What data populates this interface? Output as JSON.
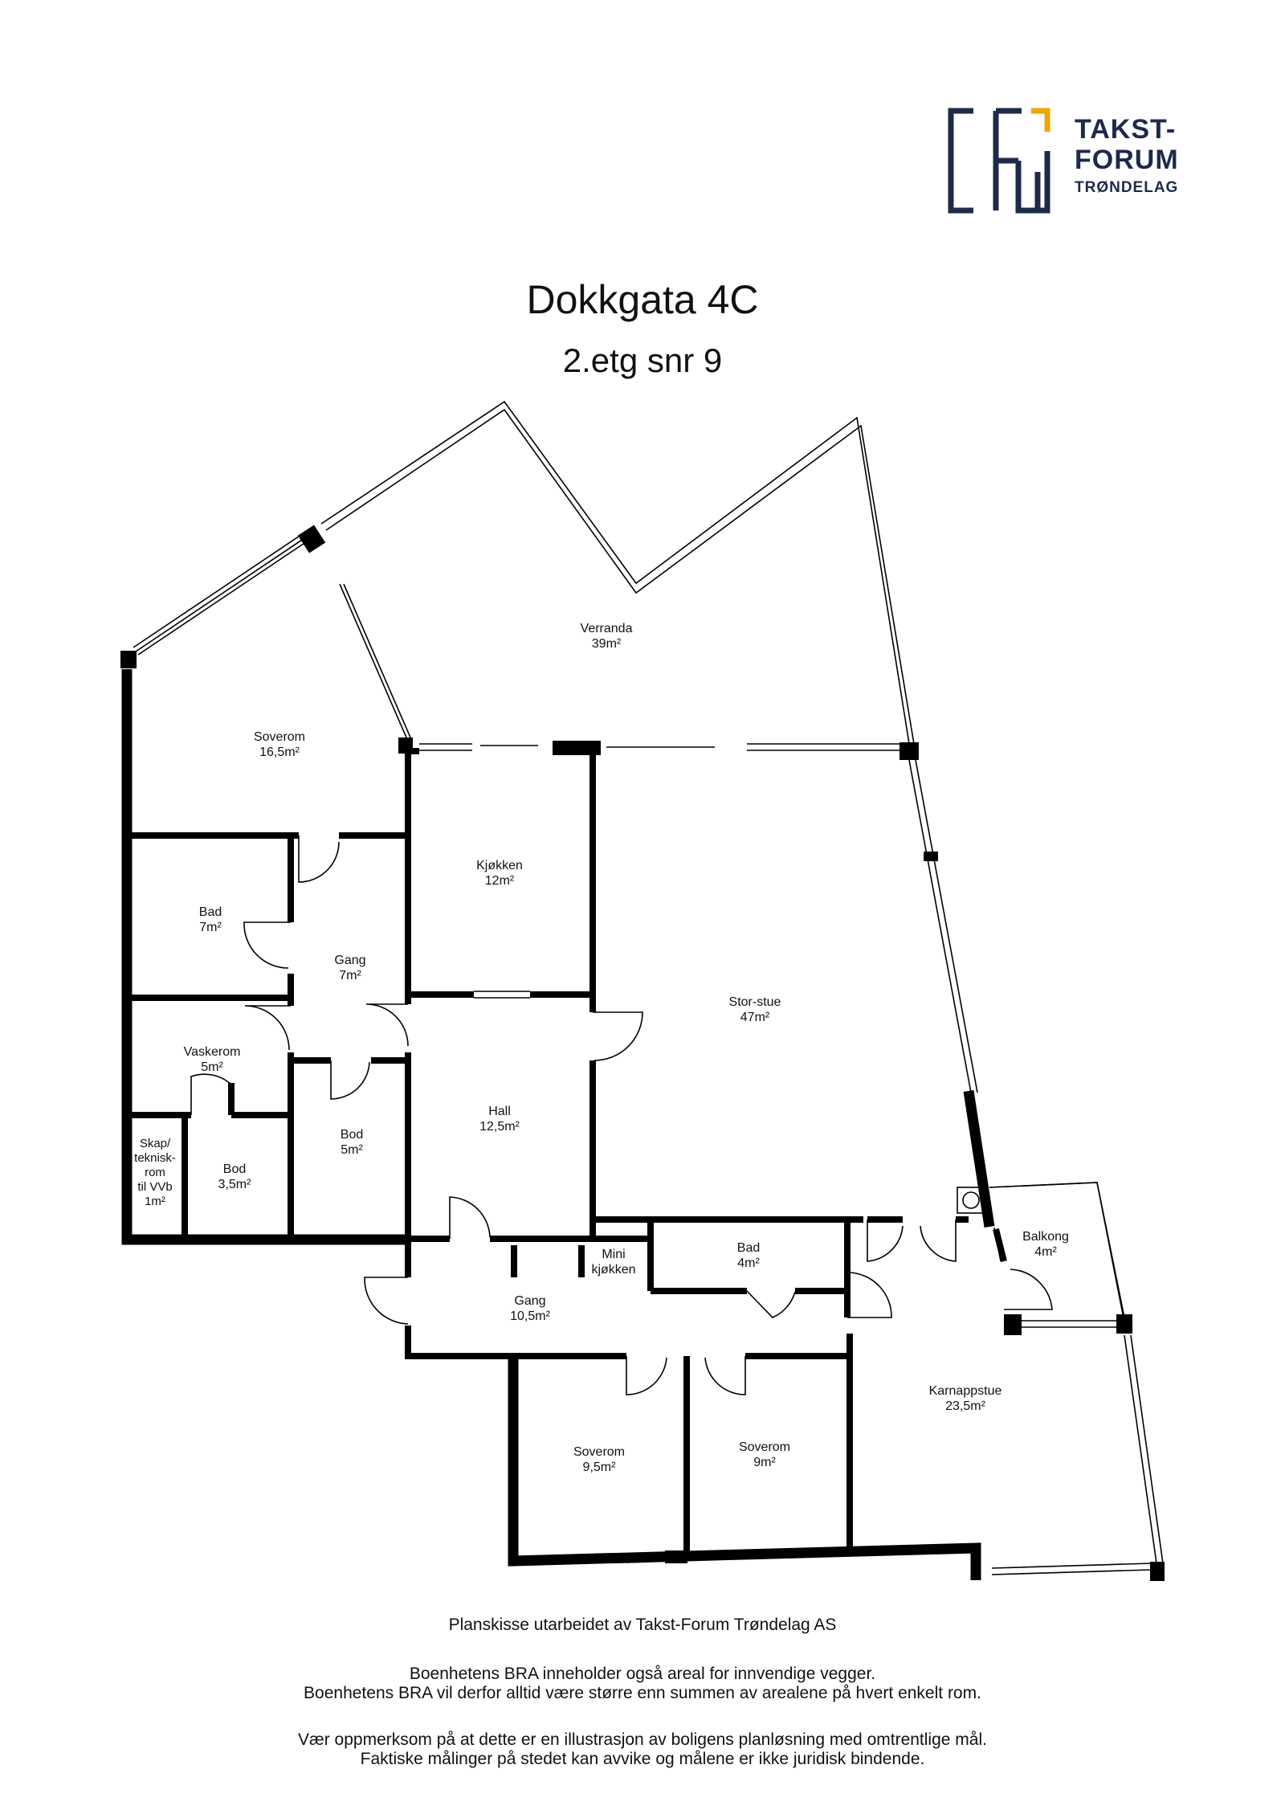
{
  "logo": {
    "line1": "TAKST-",
    "line2": "FORUM",
    "line3": "TRØNDELAG",
    "color_navy": "#1d2a4a",
    "color_accent": "#f0a500"
  },
  "header": {
    "title": "Dokkgata 4C",
    "subtitle": "2.etg snr 9"
  },
  "rooms": [
    {
      "name": "Verranda",
      "area": "39m²"
    },
    {
      "name": "Soverom",
      "area": "16,5m²"
    },
    {
      "name": "Kjøkken",
      "area": "12m²"
    },
    {
      "name": "Bad",
      "area": "7m²"
    },
    {
      "name": "Gang",
      "area": "7m²"
    },
    {
      "name": "Stor-stue",
      "area": "47m²"
    },
    {
      "name": "Vaskerom",
      "area": "5m²"
    },
    {
      "name": "Hall",
      "area": "12,5m²"
    },
    {
      "name": "Bod",
      "area": "5m²"
    },
    {
      "name": "Bod",
      "area": "3,5m²"
    },
    {
      "name_lines": [
        "Skap/",
        "teknisk-",
        "rom",
        "til VVb"
      ],
      "area": "1m²"
    },
    {
      "name": "Balkong",
      "area": "4m²"
    },
    {
      "name": "Bad",
      "area": "4m²"
    },
    {
      "name_lines": [
        "Mini",
        "kjøkken"
      ]
    },
    {
      "name": "Gang",
      "area": "10,5m²"
    },
    {
      "name": "Karnappstue",
      "area": "23,5m²"
    },
    {
      "name": "Soverom",
      "area": "9,5m²"
    },
    {
      "name": "Soverom",
      "area": "9m²"
    }
  ],
  "footer": {
    "line1": "Planskisse utarbeidet av Takst-Forum Trøndelag AS",
    "line2": "Boenhetens BRA inneholder også areal for innvendige vegger.",
    "line3": "Boenhetens BRA vil derfor alltid være større enn summen av arealene på hvert enkelt rom.",
    "line4": "Vær oppmerksom på at dette er en illustrasjon av boligens planløsning med omtrentlige mål.",
    "line5": "Faktiske målinger på stedet kan avvike og målene er ikke juridisk bindende."
  }
}
